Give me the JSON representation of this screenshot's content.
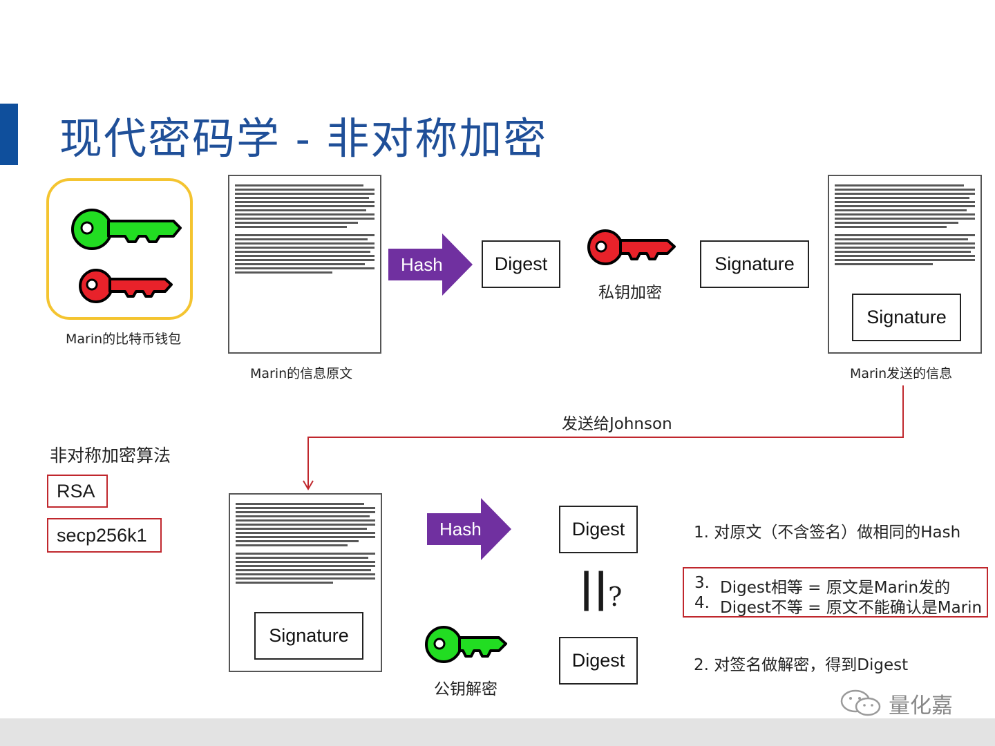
{
  "title": "现代密码学 - 非对称加密",
  "wallet": {
    "caption": "Marin的比特币钱包"
  },
  "original_message": {
    "caption": "Marin的信息原文"
  },
  "top_flow": {
    "hash_label": "Hash",
    "digest_label": "Digest",
    "private_key_caption": "私钥加密",
    "signature_label": "Signature"
  },
  "sent_message": {
    "caption": "Marin发送的信息",
    "signature_label": "Signature"
  },
  "send_label": "发送给Johnson",
  "algorithms": {
    "heading": "非对称加密算法",
    "items": [
      "RSA",
      "secp256k1"
    ]
  },
  "received_message": {
    "signature_label": "Signature"
  },
  "bottom_flow": {
    "hash_label": "Hash",
    "digest_top_label": "Digest",
    "compare_symbol": "||",
    "question_mark": "?",
    "digest_bottom_label": "Digest",
    "public_key_caption": "公钥解密"
  },
  "steps": {
    "step1": "1. 对原文（不含签名）做相同的Hash",
    "step2": "2. 对签名做解密，得到Digest",
    "step3_num": "3.",
    "step3": "Digest相等 = 原文是Marin发的",
    "step4_num": "4.",
    "step4": "Digest不等 = 原文不能确认是Marin"
  },
  "watermark": "量化嘉",
  "colors": {
    "title": "#1f4f98",
    "accent_bar": "#0f4f9c",
    "hash_arrow": "#7030a0",
    "red_border": "#c0272d",
    "wallet_border": "#f4c430",
    "green_key": "#22dd22",
    "red_key": "#e8222a"
  }
}
